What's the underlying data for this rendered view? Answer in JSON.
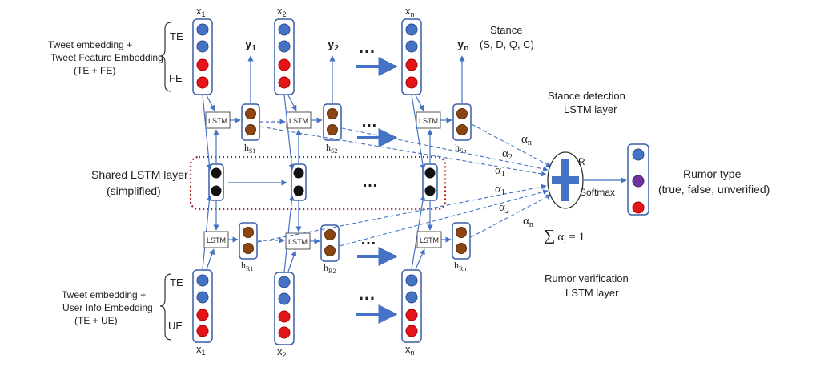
{
  "colors": {
    "box_stroke": "#3a5ea6",
    "arrow": "#4472c4",
    "dot_blue": "#4472c4",
    "dot_red": "#e3151b",
    "dot_brown": "#8b4513",
    "dot_black": "#111111",
    "dot_purple": "#7030a0",
    "shared_border": "#b22222"
  },
  "top_input": {
    "label_line1": "Tweet embedding +",
    "label_line2": "Tweet Feature Embedding",
    "label_line3": "(TE + FE)",
    "te": "TE",
    "fe": "FE"
  },
  "bottom_input": {
    "label_line1": "Tweet embedding +",
    "label_line2": "User Info Embedding",
    "label_line3": "(TE + UE)",
    "te": "TE",
    "ue": "UE"
  },
  "x_labels": [
    {
      "base": "x",
      "sub": "1"
    },
    {
      "base": "x",
      "sub": "2"
    },
    {
      "base": "x",
      "sub": "n"
    }
  ],
  "y_labels": [
    {
      "base": "y",
      "sub": "1"
    },
    {
      "base": "y",
      "sub": "2"
    },
    {
      "base": "y",
      "sub": "n"
    }
  ],
  "hs_labels": [
    {
      "base": "h",
      "sub": "S1"
    },
    {
      "base": "h",
      "sub": "S2"
    },
    {
      "base": "h",
      "sub": "Sn"
    }
  ],
  "hr_labels": [
    {
      "base": "h",
      "sub": "R1"
    },
    {
      "base": "h",
      "sub": "R2"
    },
    {
      "base": "h",
      "sub": "Rn"
    }
  ],
  "lstm_label": "LSTM",
  "ellipsis": "…",
  "stance": {
    "line1": "Stance",
    "line2": "(S, D, Q, C)"
  },
  "stance_layer": {
    "line1": "Stance detection",
    "line2": "LSTM layer"
  },
  "shared_layer": {
    "line1": "Shared LSTM layer",
    "line2": "(simplified)"
  },
  "rumor_layer": {
    "line1": "Rumor verification",
    "line2": "LSTM layer"
  },
  "attention": {
    "top": [
      {
        "base": "α",
        "sub": "n"
      },
      {
        "base": "α",
        "sub": "2"
      },
      {
        "base": "α",
        "sub": "1"
      }
    ],
    "bottom": [
      {
        "base": "α",
        "sub": "1"
      },
      {
        "base": "α",
        "sub": "2"
      },
      {
        "base": "α",
        "sub": "n"
      }
    ],
    "sum_symbol": "∑",
    "sum_base": "α",
    "sum_sub": "i",
    "sum_rest": " = 1"
  },
  "combine": {
    "plus": "+",
    "r": "R",
    "softmax": "Softmax"
  },
  "rumor_type": {
    "line1": "Rumor type",
    "line2": "(true, false, unverified)"
  }
}
